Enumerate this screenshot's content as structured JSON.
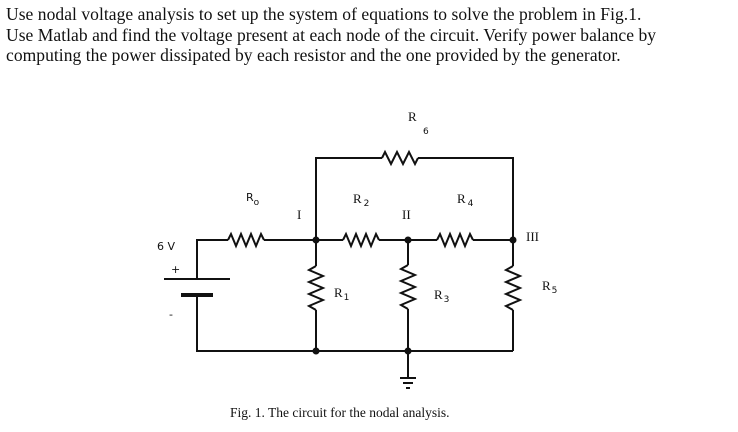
{
  "problem": {
    "lines": [
      "Use nodal voltage analysis to set up the system of equations to solve the problem in Fig.1.",
      "Use Matlab and find the voltage present at each node of the circuit. Verify power balance by",
      "computing the power dissipated by each resistor and the one provided by the generator."
    ]
  },
  "circuit": {
    "source_label": "6 V",
    "source_plus": "+",
    "source_minus": "-",
    "r0": {
      "base": "R",
      "sub": "o"
    },
    "r1": {
      "base": "R",
      "sub": "1"
    },
    "r2": {
      "base": "R",
      "sub": "2"
    },
    "r3": {
      "base": "R",
      "sub": "3"
    },
    "r4": {
      "base": "R",
      "sub": "4"
    },
    "r5": {
      "base": "R",
      "sub": "5"
    },
    "r6": {
      "base": "R",
      "sub": "6"
    },
    "node1": "I",
    "node2": "II",
    "node3": "III"
  },
  "caption": "Fig. 1. The circuit for the nodal analysis."
}
